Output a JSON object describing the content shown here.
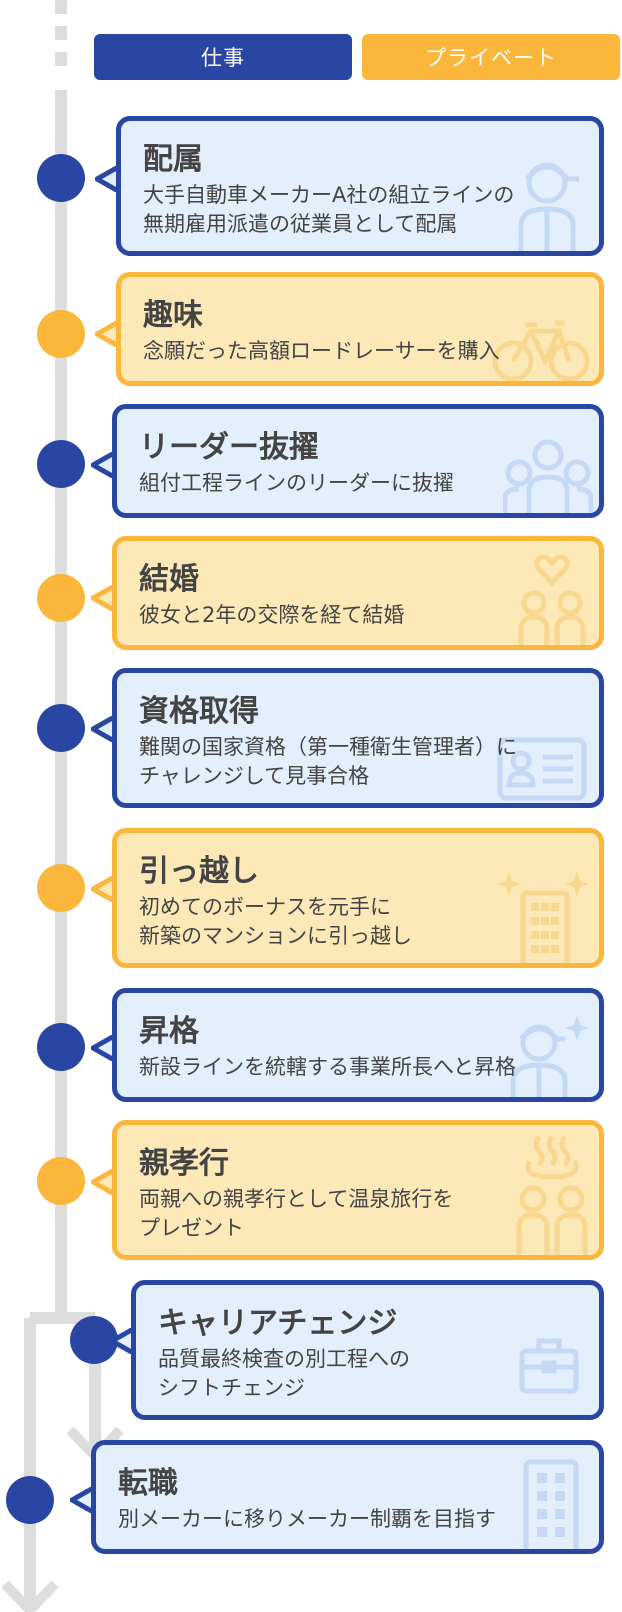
{
  "tabs": {
    "work": "仕事",
    "private": "プライベート"
  },
  "colors": {
    "work": "#2a46a3",
    "private": "#fbb73c",
    "work_bg": "#e4effd",
    "private_bg": "#fde9b8",
    "line": "#dddddd"
  },
  "events": [
    {
      "category": "work",
      "title": "配属",
      "desc": "大手自動車メーカーA社の組立ラインの\n無期雇用派遣の従業員として配属",
      "icon": "worker-icon"
    },
    {
      "category": "private",
      "title": "趣味",
      "desc": "念願だった高額ロードレーサーを購入",
      "icon": "bicycle-icon"
    },
    {
      "category": "work",
      "title": "リーダー抜擢",
      "desc": "組付工程ラインのリーダーに抜擢",
      "icon": "team-icon"
    },
    {
      "category": "private",
      "title": "結婚",
      "desc": "彼女と2年の交際を経て結婚",
      "icon": "couple-heart-icon"
    },
    {
      "category": "work",
      "title": "資格取得",
      "desc": "難関の国家資格（第一種衛生管理者）に\nチャレンジして見事合格",
      "icon": "id-card-icon"
    },
    {
      "category": "private",
      "title": "引っ越し",
      "desc": "初めてのボーナスを元手に\n新築のマンションに引っ越し",
      "icon": "apartment-icon"
    },
    {
      "category": "work",
      "title": "昇格",
      "desc": "新設ラインを統轄する事業所長へと昇格",
      "icon": "promotion-icon"
    },
    {
      "category": "private",
      "title": "親孝行",
      "desc": "両親への親孝行として温泉旅行を\nプレゼント",
      "icon": "hot-spring-icon"
    },
    {
      "category": "work",
      "title": "キャリアチェンジ",
      "desc": "品質最終検査の別工程への\nシフトチェンジ",
      "icon": "briefcase-icon"
    },
    {
      "category": "work",
      "title": "転職",
      "desc": "別メーカーに移りメーカー制覇を目指す",
      "icon": "building-icon"
    }
  ]
}
